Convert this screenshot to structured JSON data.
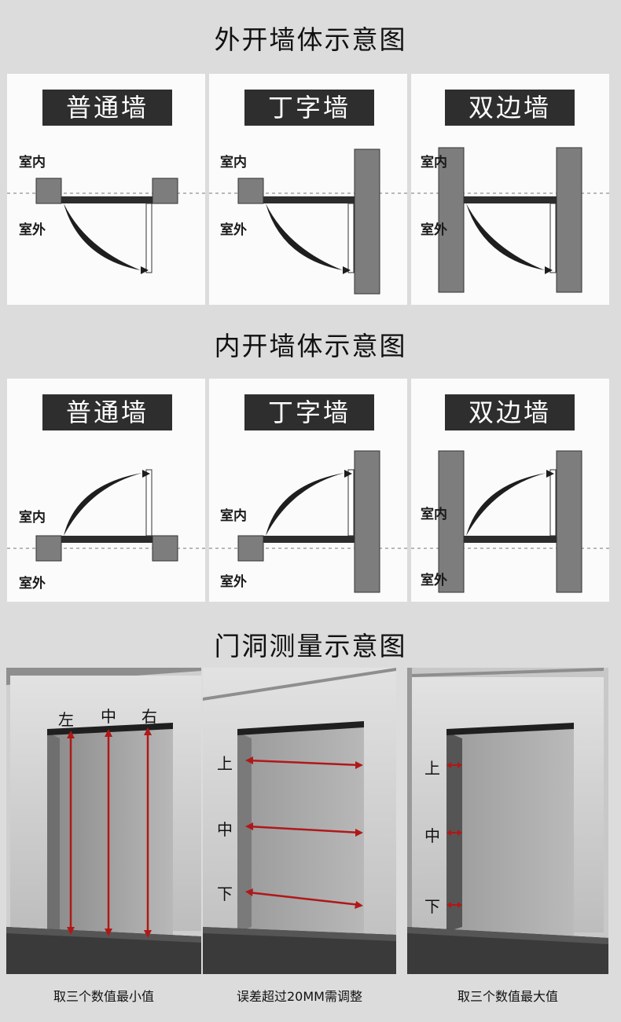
{
  "outward": {
    "title": "外开墙体示意图",
    "panels": [
      {
        "label": "普通墙",
        "indoor": "室内",
        "outdoor": "室外"
      },
      {
        "label": "丁字墙",
        "indoor": "室内",
        "outdoor": "室外"
      },
      {
        "label": "双边墙",
        "indoor": "室内",
        "outdoor": "室外"
      }
    ]
  },
  "inward": {
    "title": "内开墙体示意图",
    "panels": [
      {
        "label": "普通墙",
        "indoor": "室内",
        "outdoor": "室外"
      },
      {
        "label": "丁字墙",
        "indoor": "室内",
        "outdoor": "室外"
      },
      {
        "label": "双边墙",
        "indoor": "室内",
        "outdoor": "室外"
      }
    ]
  },
  "measure": {
    "title": "门洞测量示意图",
    "panels": [
      {
        "markers": [
          "左",
          "中",
          "右"
        ],
        "caption": "取三个数值最小值"
      },
      {
        "markers": [
          "上",
          "中",
          "下"
        ],
        "caption": "误差超过20MM需调整"
      },
      {
        "markers": [
          "上",
          "中",
          "下"
        ],
        "caption": "取三个数值最大值"
      }
    ]
  },
  "colors": {
    "wall": "#7d7d7d",
    "label_bg": "#2e2e2e",
    "arrow": "#b01818"
  }
}
